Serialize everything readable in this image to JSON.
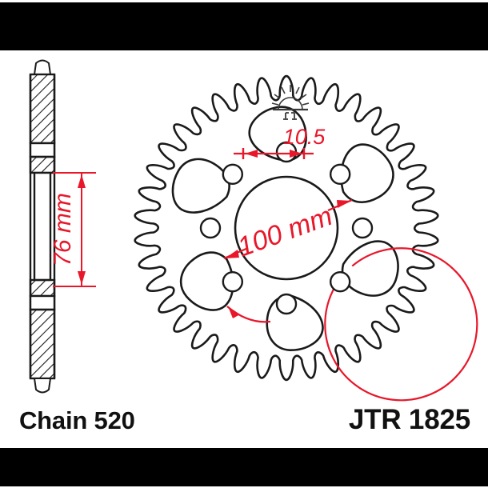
{
  "document": {
    "type": "technical-drawing",
    "subject": "motorcycle rear sprocket",
    "background_color": "#ffffff",
    "line_color": "#1a1a1a",
    "dimension_color": "#e8172a"
  },
  "captions": {
    "chain": "Chain 520",
    "part_number": "JTR 1825"
  },
  "dimensions": {
    "bolt_hole_diameter": "10.5",
    "bolt_circle": "100 mm",
    "center_bore": "76 mm"
  },
  "sprocket": {
    "tooth_count": 38,
    "bolt_hole_count": 8,
    "lightening_hole_count": 6,
    "logo": "rising-sun-logo"
  },
  "bars": {
    "top": "black-bar",
    "bottom": "black-bar"
  }
}
